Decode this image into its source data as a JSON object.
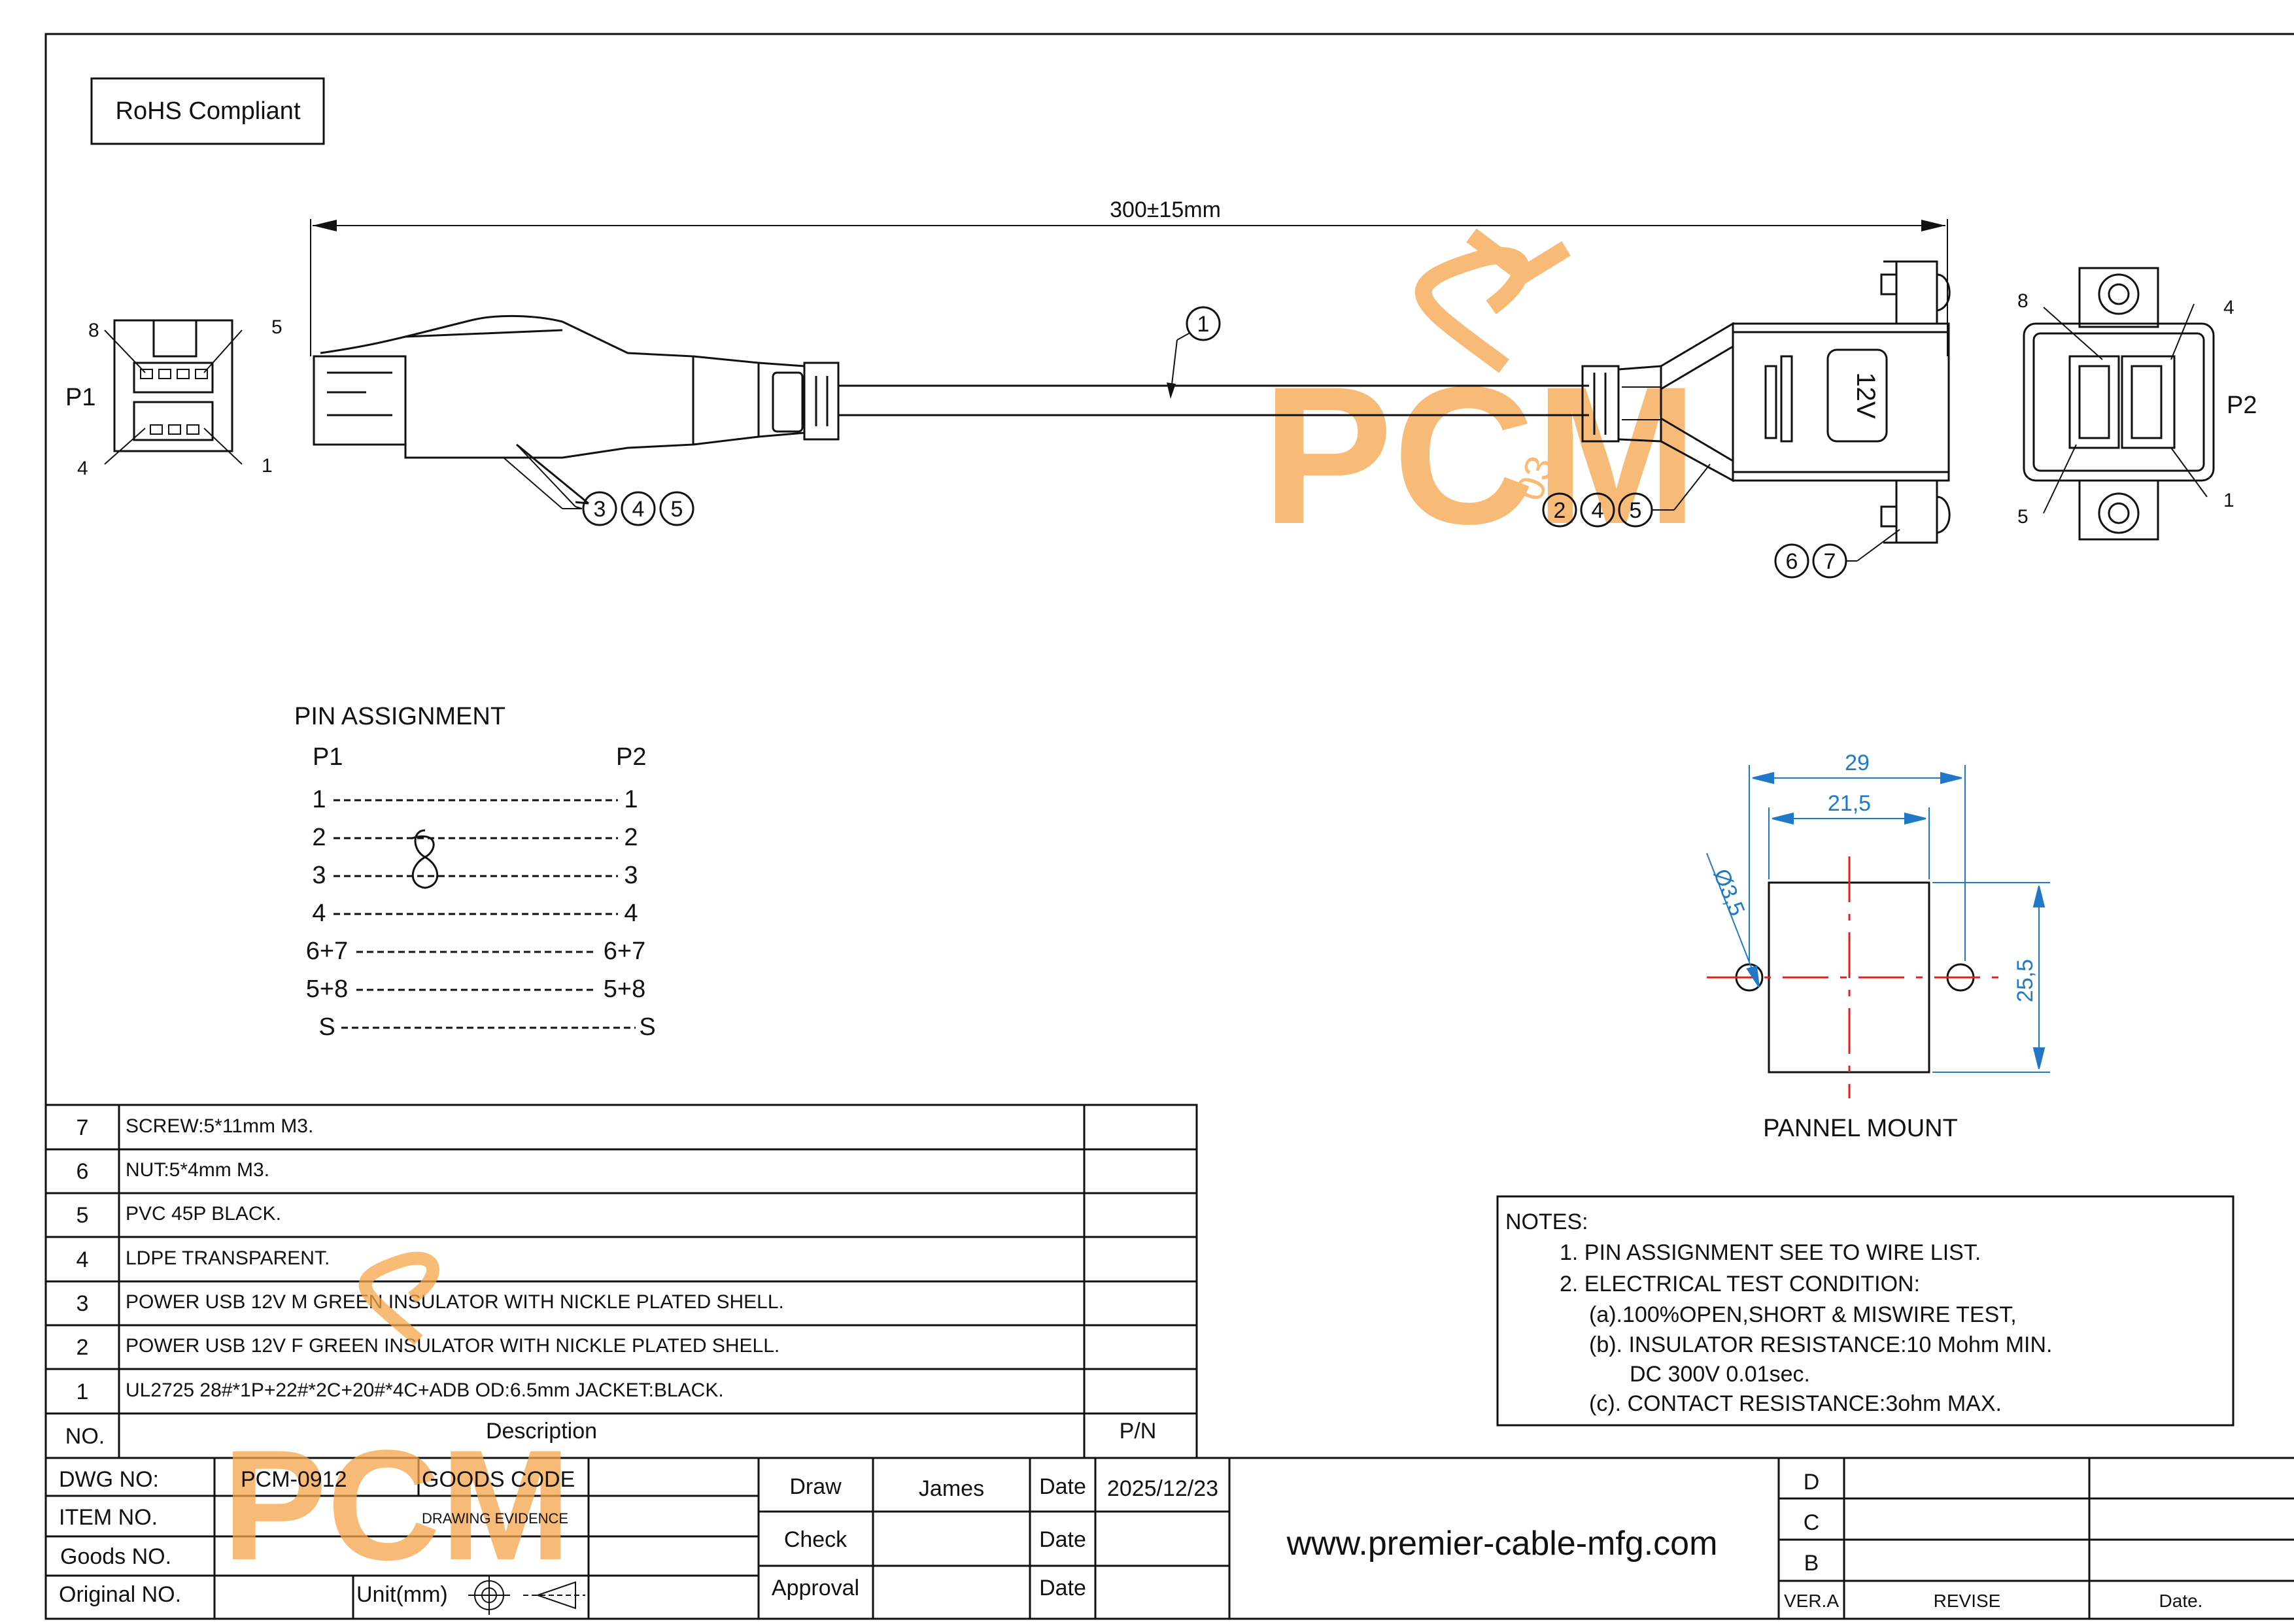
{
  "rohs": "RoHS Compliant",
  "drawing": {
    "length": "300±15mm",
    "p1_label": "P1",
    "p2_label": "P2",
    "p1_pins": [
      "8",
      "5",
      "4",
      "1"
    ],
    "p2_pins": [
      "8",
      "4",
      "5",
      "1"
    ],
    "voltage_badge": "12V",
    "balloons": {
      "cable": [
        "1"
      ],
      "plug": [
        "3",
        "4",
        "5"
      ],
      "socket": [
        "2",
        "4",
        "5"
      ],
      "hardware": [
        "6",
        "7"
      ]
    }
  },
  "pin_assignment": {
    "title": "PIN  ASSIGNMENT",
    "p1": "P1",
    "p2": "P2",
    "rows": [
      {
        "left": "1",
        "right": "1"
      },
      {
        "left": "2",
        "right": "2"
      },
      {
        "left": "3",
        "right": "3"
      },
      {
        "left": "4",
        "right": "4"
      },
      {
        "left": "6+7",
        "right": "6+7"
      },
      {
        "left": "5+8",
        "right": "5+8"
      },
      {
        "left": "S",
        "right": "S"
      }
    ]
  },
  "panel_mount": {
    "title": "PANNEL MOUNT",
    "dim_width_outer": "29",
    "dim_width_inner": "21,5",
    "dim_hole": "Ø3,5",
    "dim_height": "25,5"
  },
  "bom": {
    "rows": [
      {
        "no": "7",
        "desc": "SCREW:5*11mm  M3.",
        "pn": ""
      },
      {
        "no": "6",
        "desc": "NUT:5*4mm  M3.",
        "pn": ""
      },
      {
        "no": "5",
        "desc": "PVC 45P BLACK.",
        "pn": ""
      },
      {
        "no": "4",
        "desc": "LDPE TRANSPARENT.",
        "pn": ""
      },
      {
        "no": "3",
        "desc": "POWER USB 12V M GREEN INSULATOR WITH NICKLE PLATED SHELL.",
        "pn": ""
      },
      {
        "no": "2",
        "desc": "POWER USB 12V F GREEN INSULATOR WITH NICKLE PLATED SHELL.",
        "pn": ""
      },
      {
        "no": "1",
        "desc": "UL2725 28#*1P+22#*2C+20#*4C+ADB OD:6.5mm JACKET:BLACK.",
        "pn": ""
      }
    ],
    "header_no": "NO.",
    "header_desc": "Description",
    "header_pn": "P/N"
  },
  "notes": {
    "title": "NOTES:",
    "lines": [
      "1. PIN ASSIGNMENT SEE TO WIRE LIST.",
      "2. ELECTRICAL TEST CONDITION:",
      "(a).100%OPEN,SHORT & MISWIRE TEST,",
      "(b). INSULATOR RESISTANCE:10 Mohm MIN.",
      "DC 300V 0.01sec.",
      "(c). CONTACT RESISTANCE:3ohm MAX."
    ]
  },
  "title_block": {
    "dwg_no_label": "DWG NO:",
    "dwg_no": "PCM-0912",
    "goods_code_label": "GOODS CODE",
    "item_no_label": "ITEM NO.",
    "drawing_evidence": "DRAWING EVIDENCE",
    "goods_no_label": "Goods NO.",
    "original_no_label": "Original NO.",
    "unit_label": "Unit(mm)",
    "draw_label": "Draw",
    "draw_name": "James",
    "check_label": "Check",
    "approval_label": "Approval",
    "date_label": "Date",
    "draw_date": "2025/12/23",
    "website": "www.premier-cable-mfg.com",
    "revisions": [
      "D",
      "C",
      "B"
    ],
    "ver_label": "VER.A",
    "revise_label": "REVISE",
    "rev_date_label": "Date."
  },
  "watermark": {
    "text": "PCM",
    "sub": "03"
  },
  "colors": {
    "watermark": "#f6a54a",
    "dimension": "#1f78c8",
    "centerline": "#e02020"
  }
}
